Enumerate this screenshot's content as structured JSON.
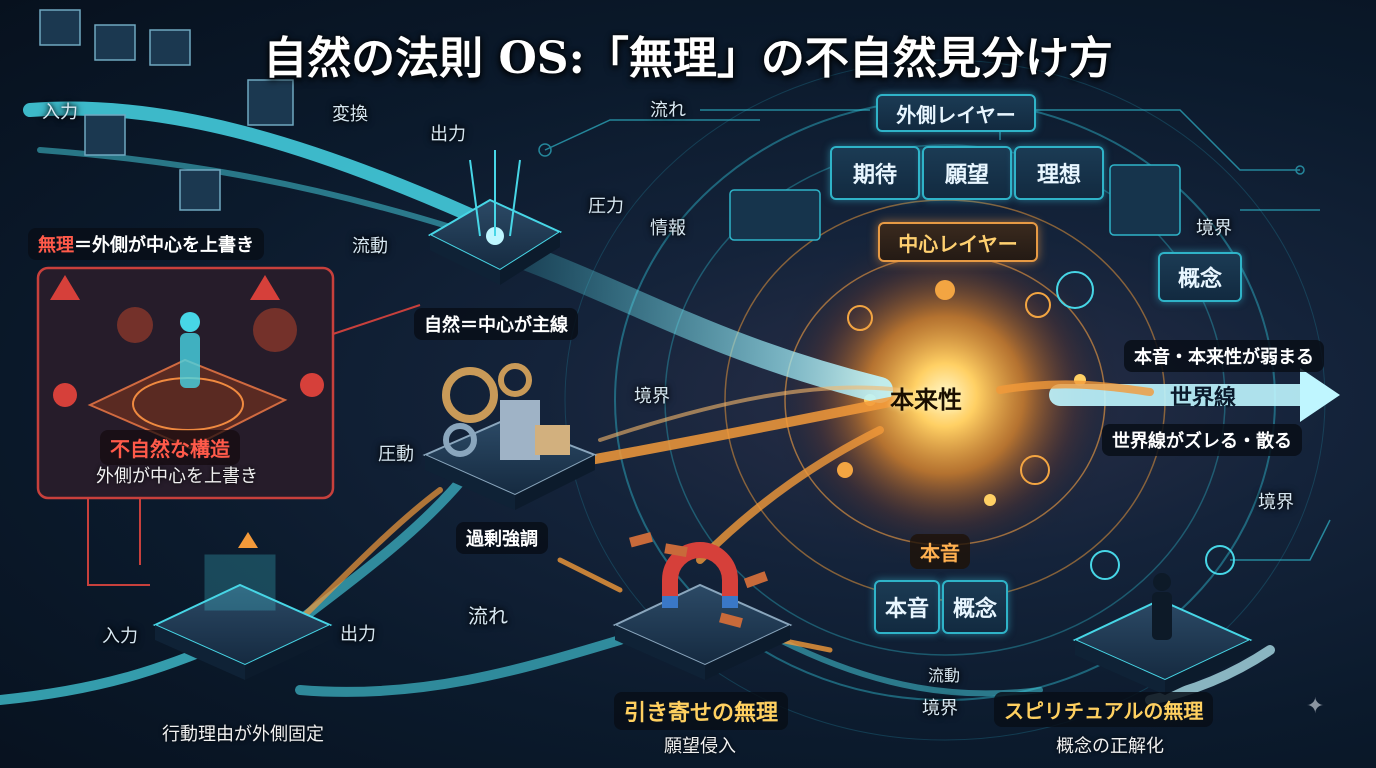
{
  "title": "自然の法則 OS:「無理」の不自然見分け方",
  "labels": {
    "input_top": "入力",
    "transform": "変換",
    "output_top": "出力",
    "pressure": "圧力",
    "flow_top": "流れ",
    "flow_move": "流動",
    "info": "情報",
    "boundary_mid": "境界",
    "boundary_right": "境界",
    "boundary_right2": "境界",
    "boundary_bottom": "境界",
    "pressure_move": "圧動",
    "flow_mid": "流れ",
    "input_bottom": "入力",
    "output_bottom": "出力",
    "flow_move_bottom": "流動"
  },
  "left": {
    "muri_word": "無理",
    "muri_rest": "＝外側が中心を上書き",
    "unnatural_title": "不自然な構造",
    "unnatural_sub": "外側が中心を上書き",
    "action_reason": "行動理由が外側固定"
  },
  "center": {
    "natural_caption": "自然＝中心が主線",
    "overemphasis": "過剰強調",
    "attract_title": "引き寄せの無理",
    "attract_sub": "願望侵入"
  },
  "core": {
    "outer_layer": "外側レイヤー",
    "expect": "期待",
    "desire": "願望",
    "ideal": "理想",
    "center_layer": "中心レイヤー",
    "concept_right": "概念",
    "true_nature": "本来性",
    "honne_label": "本音",
    "honne_box": "本音",
    "concept_box": "概念"
  },
  "right": {
    "weakens": "本音・本来性が弱まる",
    "worldline": "世界線",
    "shifts": "世界線がズレる・散る",
    "spiritual_title": "スピリチュアルの無理",
    "spiritual_sub": "概念の正解化"
  },
  "colors": {
    "cyan": "#47d6e6",
    "orange": "#f39a3a",
    "red": "#e0403c",
    "gold": "#f2c44a"
  }
}
